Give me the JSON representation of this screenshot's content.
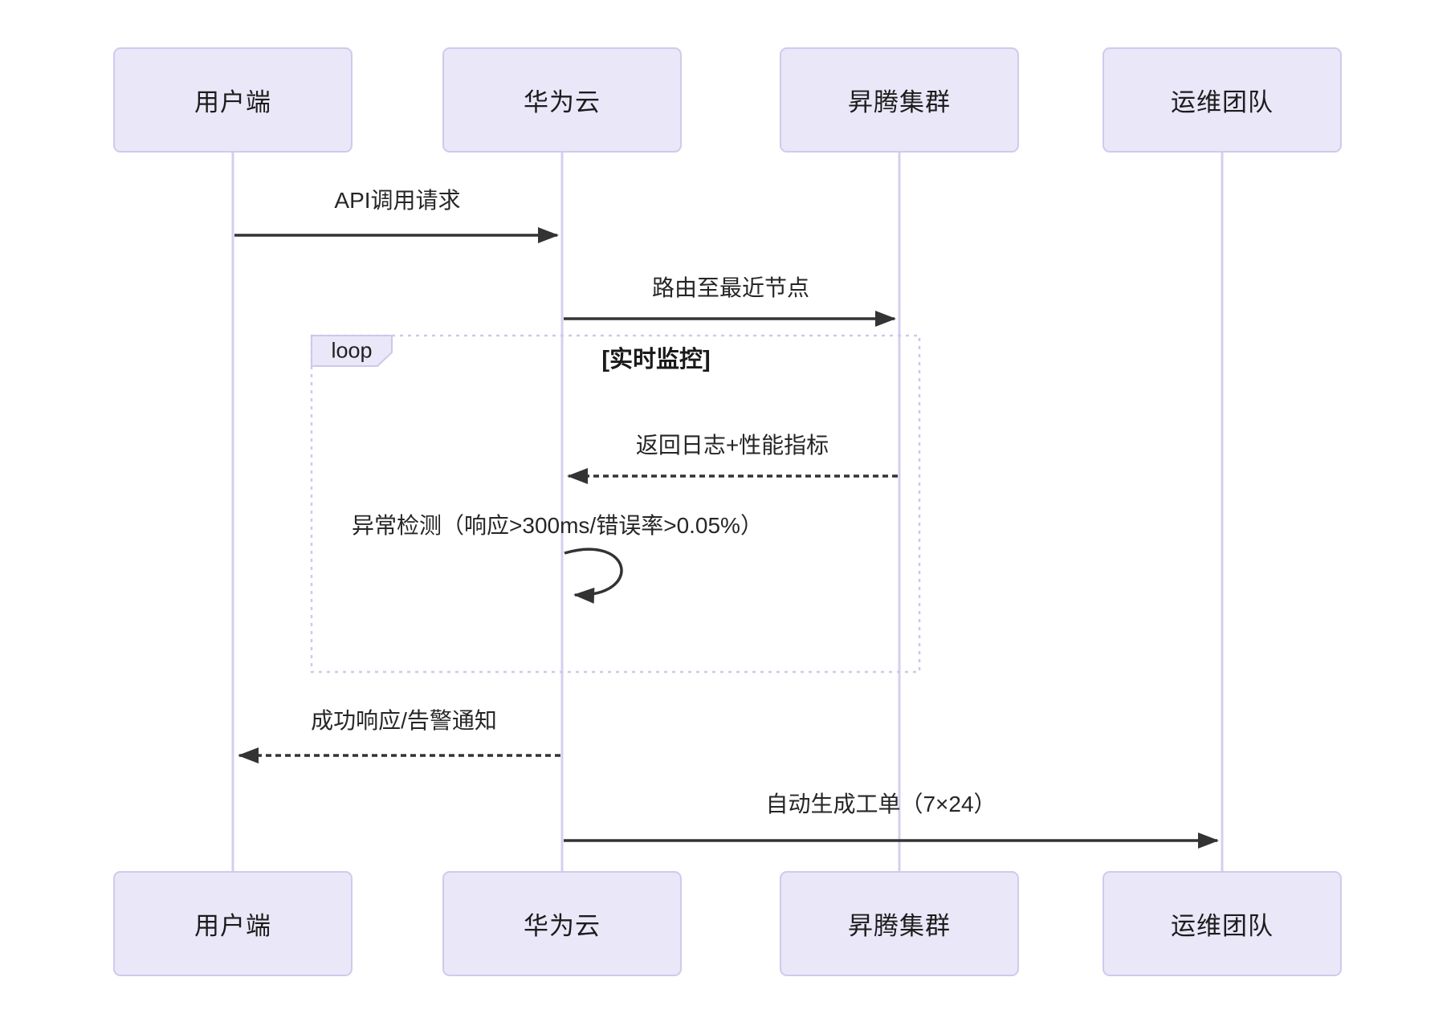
{
  "diagram": {
    "type": "sequence-diagram",
    "background": "#ffffff",
    "participants": [
      {
        "name": "用户端"
      },
      {
        "name": "华为云"
      },
      {
        "name": "昇腾集群"
      },
      {
        "name": "运维团队"
      }
    ],
    "messages": [
      {
        "text": "API调用请求",
        "from": "用户端",
        "to": "华为云",
        "line": "solid"
      },
      {
        "text": "路由至最近节点",
        "from": "华为云",
        "to": "昇腾集群",
        "line": "solid"
      },
      {
        "text": "返回日志+性能指标",
        "from": "昇腾集群",
        "to": "华为云",
        "line": "dashed"
      },
      {
        "text": "异常检测（响应>300ms/错误率>0.05%）",
        "from": "华为云",
        "to": "华为云",
        "line": "self-loop"
      },
      {
        "text": "成功响应/告警通知",
        "from": "华为云",
        "to": "用户端",
        "line": "dashed"
      },
      {
        "text": "自动生成工单（7×24）",
        "from": "华为云",
        "to": "运维团队",
        "line": "solid"
      }
    ],
    "loop": {
      "label": "loop",
      "title": "[实时监控]"
    },
    "colors": {
      "actor_fill": "#e9e7f8",
      "actor_border": "#d2c9ec",
      "lifeline": "#d6ceef",
      "loop_border": "#cfc7ec",
      "arrow": "#333333",
      "text": "#1f1f1f"
    }
  }
}
